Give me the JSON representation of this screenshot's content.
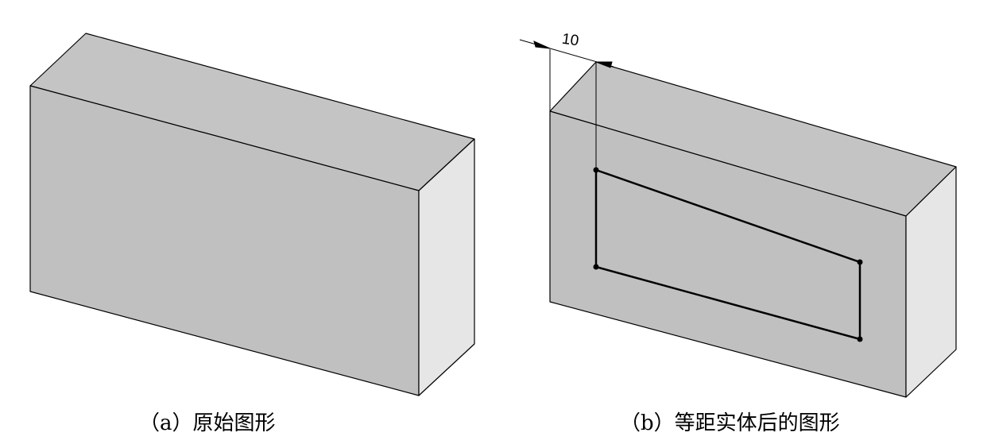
{
  "figures": [
    {
      "caption": "（a）原始图形"
    },
    {
      "caption": "（b）等距实体后的图形",
      "dimension_value": "10"
    }
  ],
  "colors": {
    "front": "#c0c0c0",
    "top": "#c4c4c4",
    "side": "#e6e6e6",
    "line": "#000000"
  }
}
